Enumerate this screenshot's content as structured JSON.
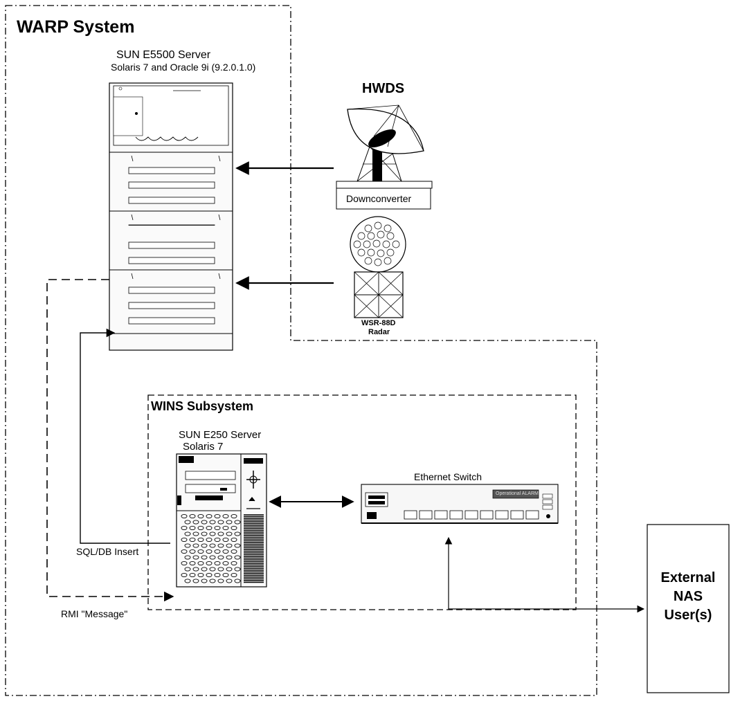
{
  "warp_system": {
    "title": "WARP System"
  },
  "sun_e5500": {
    "name": "SUN E5500 Server",
    "os": "Solaris 7 and Oracle 9i (9.2.0.1.0)"
  },
  "hwds": {
    "title": "HWDS",
    "downconverter": "Downconverter"
  },
  "radar": {
    "line1": "WSR-88D",
    "line2": "Radar"
  },
  "wins_subsystem": {
    "title": "WINS Subsystem"
  },
  "sun_e250": {
    "name": "SUN E250 Server",
    "os": "Solaris 7"
  },
  "ethernet_switch": {
    "name": "Ethernet Switch",
    "display": "Operational ALARM"
  },
  "external": {
    "line1": "External",
    "line2": "NAS",
    "line3": "User(s)"
  },
  "connections": {
    "sql_label": "SQL/DB Insert",
    "rmi_label": "RMI \"Message\""
  },
  "colors": {
    "line": "#000000",
    "background": "#ffffff",
    "equipment_fill": "#f4f4f4"
  }
}
